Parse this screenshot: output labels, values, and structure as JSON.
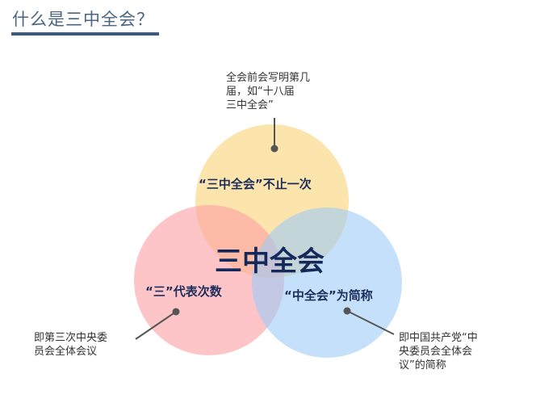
{
  "title": "什么是三中全会？",
  "center_label": "三中全会",
  "circles": {
    "top": {
      "label": "“三中全会”不止一次",
      "color": "#fbd98a",
      "note": [
        "全会前会写明第几",
        "届，如“十八届",
        "三中全会”"
      ]
    },
    "left": {
      "label": "“三”代表次数",
      "color": "#fba3a8",
      "note": [
        "即第三次中央委",
        "员会全体会议"
      ]
    },
    "right": {
      "label": "“中全会”为简称",
      "color": "#a6d0f7",
      "note": [
        "即中国共产党“中",
        "央委员会全体会",
        "议”的简称"
      ]
    }
  },
  "colors": {
    "title": "#4a6580",
    "label": "#1d2d5a",
    "connector": "#555555"
  }
}
